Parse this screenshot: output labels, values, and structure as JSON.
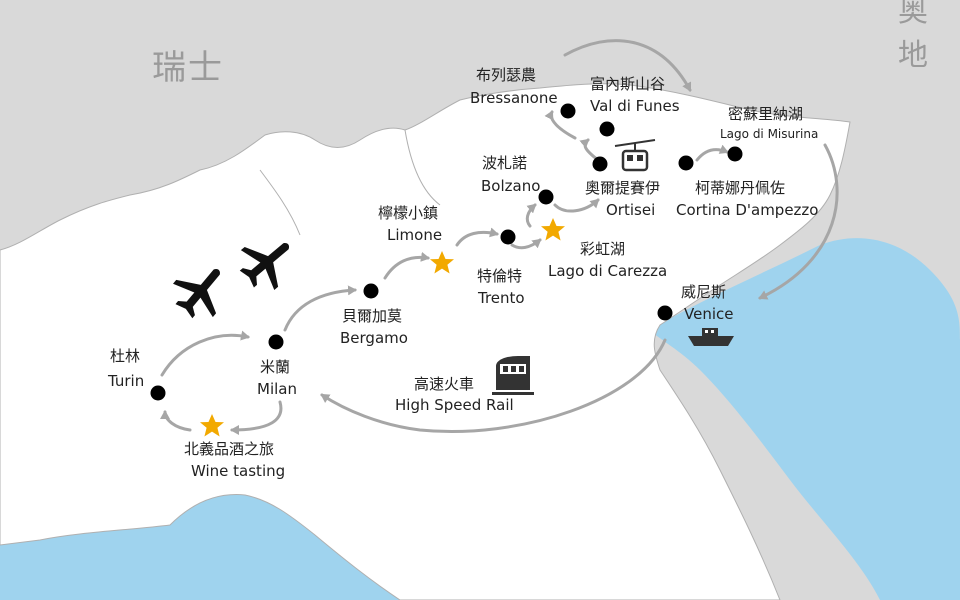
{
  "map": {
    "colors": {
      "sea": "#9fd3ee",
      "neighbor_land": "#d9d9d9",
      "italy_land": "#ffffff",
      "border": "#b0b0b0",
      "route": "#a6a6a6",
      "city_dot": "#000000",
      "star": "#f2a900"
    },
    "country_labels": [
      {
        "id": "switzerland",
        "text": "瑞士"
      },
      {
        "id": "austria-partial",
        "text": "奥地"
      }
    ],
    "places": [
      {
        "id": "turin",
        "zh": "杜林",
        "en": "Turin",
        "marker": "dot"
      },
      {
        "id": "milan",
        "zh": "米蘭",
        "en": "Milan",
        "marker": "dot"
      },
      {
        "id": "wine-tasting",
        "zh": "北義品酒之旅",
        "en": "Wine tasting",
        "marker": "star"
      },
      {
        "id": "bergamo",
        "zh": "貝爾加莫",
        "en": "Bergamo",
        "marker": "dot"
      },
      {
        "id": "limone",
        "zh": "檸檬小鎮",
        "en": "Limone",
        "marker": "star"
      },
      {
        "id": "trento",
        "zh": "特倫特",
        "en": "Trento",
        "marker": "dot"
      },
      {
        "id": "lago-di-carezza",
        "zh": "彩虹湖",
        "en": "Lago di Carezza",
        "marker": "star"
      },
      {
        "id": "bolzano",
        "zh": "波札諾",
        "en": "Bolzano",
        "marker": "dot"
      },
      {
        "id": "bressanone",
        "zh": "布列瑟農",
        "en": "Bressanone",
        "marker": "dot"
      },
      {
        "id": "val-di-funes",
        "zh": "富內斯山谷",
        "en": "Val di Funes",
        "marker": "dot"
      },
      {
        "id": "ortisei",
        "zh": "奧爾提賽伊",
        "en": "Ortisei",
        "marker": "dot"
      },
      {
        "id": "cortina",
        "zh": "柯蒂娜丹佩佐",
        "en": "Cortina D'ampezzo",
        "marker": "dot"
      },
      {
        "id": "misurina",
        "zh": "密蘇里納湖",
        "en": "Lago di Misurina",
        "marker": "dot"
      },
      {
        "id": "venice",
        "zh": "威尼斯",
        "en": "Venice",
        "marker": "dot"
      }
    ],
    "transport": [
      {
        "id": "high-speed-rail",
        "zh": "高速火車",
        "en": "High Speed Rail",
        "icon": "train-icon"
      },
      {
        "id": "flight",
        "icon": "airplane-icon"
      },
      {
        "id": "cable-car",
        "icon": "cable-car-icon"
      },
      {
        "id": "boat",
        "icon": "boat-icon"
      }
    ]
  }
}
